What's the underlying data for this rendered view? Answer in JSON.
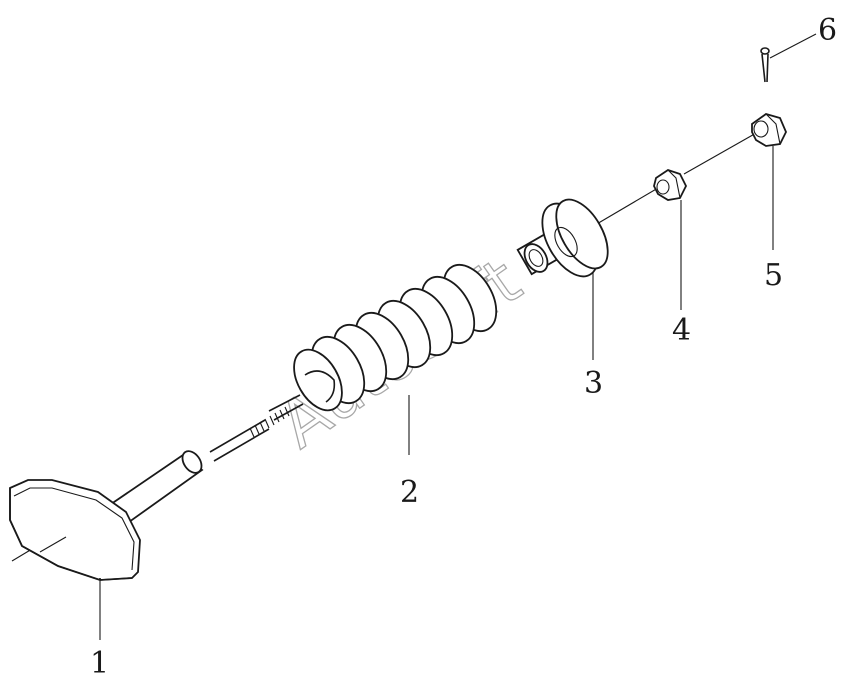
{
  "diagram": {
    "watermark": "AutoSoft",
    "parts": [
      {
        "id": "1",
        "label": "1"
      },
      {
        "id": "2",
        "label": "2"
      },
      {
        "id": "3",
        "label": "3"
      },
      {
        "id": "4",
        "label": "4"
      },
      {
        "id": "5",
        "label": "5"
      },
      {
        "id": "6",
        "label": "6"
      }
    ]
  }
}
